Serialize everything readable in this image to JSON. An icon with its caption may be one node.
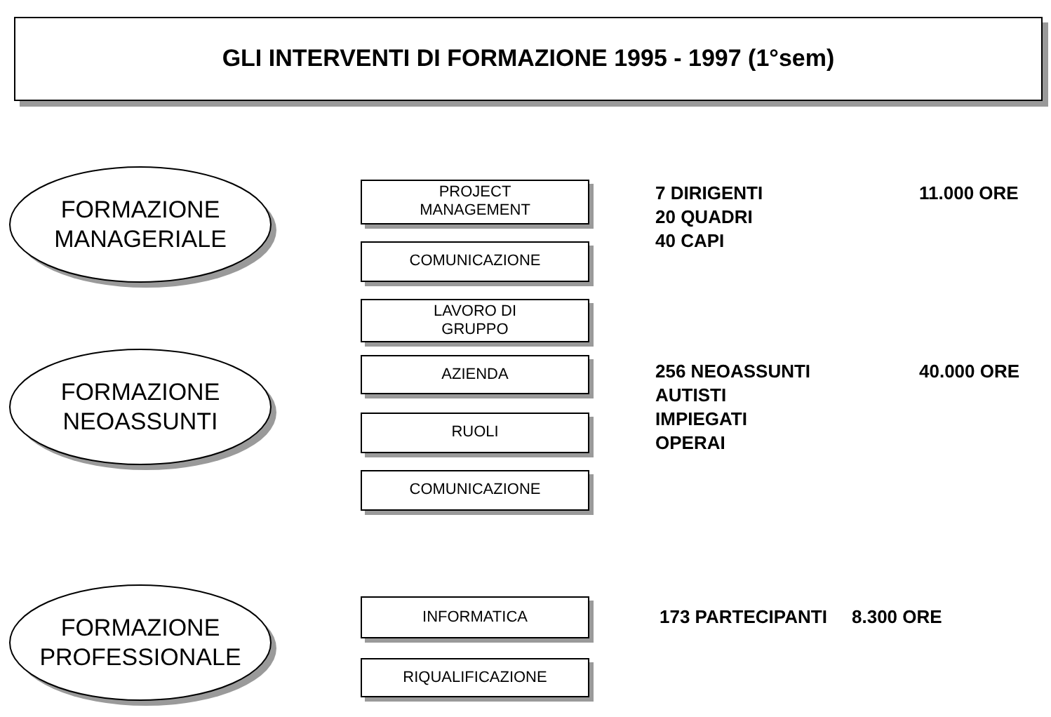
{
  "diagram": {
    "title": "GLI INTERVENTI DI FORMAZIONE 1995 - 1997 (1°sem)",
    "nodes": [
      {
        "text": [
          "FORMAZIONE MANAGERIALE"
        ]
      },
      {
        "text": [
          "PROJECT MANAGEMENT"
        ]
      },
      {
        "text": [
          "COMUNICAZIONE"
        ]
      },
      {
        "text": [
          "LAVORO DI GRUPPO"
        ]
      },
      {
        "text": [
          "FORMAZIONE NEOASSUNTI"
        ]
      },
      {
        "text": [
          "AZIENDA"
        ]
      },
      {
        "text": [
          "RUOLI"
        ]
      },
      {
        "text": [
          "COMUNICAZIONE"
        ]
      },
      {
        "text": [
          "FORMAZIONE PROFESSIONALE"
        ]
      },
      {
        "text": [
          "INFORMATICA"
        ]
      },
      {
        "text": [
          "RIQUALIFICAZIONE"
        ]
      }
    ],
    "edges": [],
    "labels": [
      "7 DIRIGENTI",
      "20 QUADRI",
      "40 CAPI",
      "11.000 ORE",
      "256 NEOASSUNTI",
      "AUTISTI",
      "IMPIEGATI",
      "OPERAI",
      "40.000 ORE",
      "173 PARTECIPANTI",
      "8.300 ORE"
    ]
  }
}
